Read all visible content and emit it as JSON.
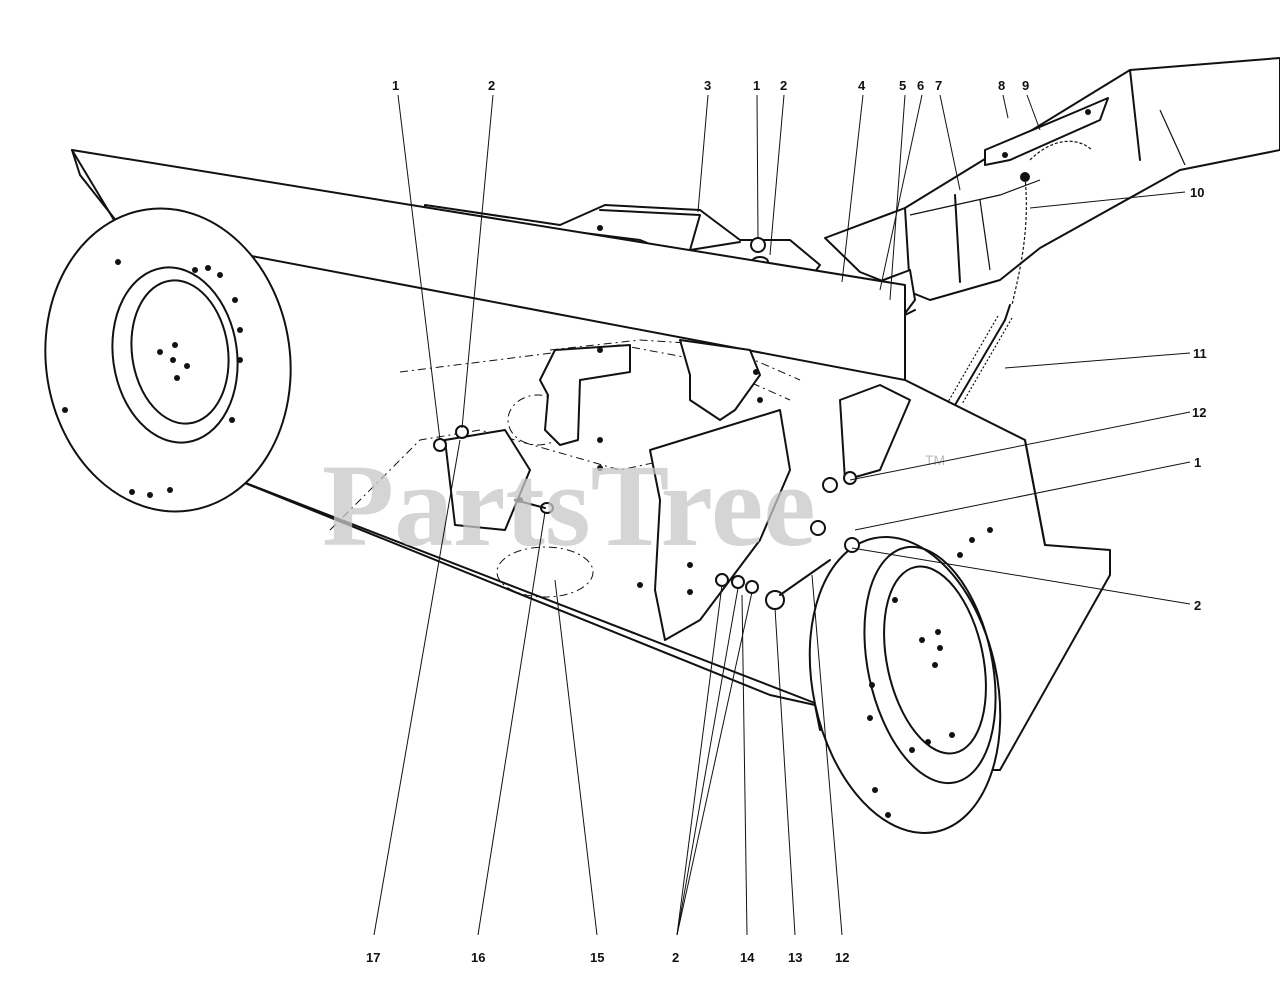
{
  "watermark": {
    "text": "PartsTree",
    "trademark": "TM"
  },
  "callouts": [
    {
      "id": "c-1-top-left",
      "label": "1"
    },
    {
      "id": "c-2-top-left",
      "label": "2"
    },
    {
      "id": "c-3-top",
      "label": "3"
    },
    {
      "id": "c-1-top-center",
      "label": "1"
    },
    {
      "id": "c-2-top-center",
      "label": "2"
    },
    {
      "id": "c-4-top",
      "label": "4"
    },
    {
      "id": "c-5-top",
      "label": "5"
    },
    {
      "id": "c-6-top",
      "label": "6"
    },
    {
      "id": "c-7-top",
      "label": "7"
    },
    {
      "id": "c-8-top",
      "label": "8"
    },
    {
      "id": "c-9-top",
      "label": "9"
    },
    {
      "id": "c-10-right",
      "label": "10"
    },
    {
      "id": "c-11-right",
      "label": "11"
    },
    {
      "id": "c-12-right",
      "label": "12"
    },
    {
      "id": "c-1-right",
      "label": "1"
    },
    {
      "id": "c-2-right",
      "label": "2"
    },
    {
      "id": "c-17-bottom",
      "label": "17"
    },
    {
      "id": "c-16-bottom",
      "label": "16"
    },
    {
      "id": "c-15-bottom",
      "label": "15"
    },
    {
      "id": "c-2-bottom",
      "label": "2"
    },
    {
      "id": "c-14-bottom",
      "label": "14"
    },
    {
      "id": "c-13-bottom",
      "label": "13"
    },
    {
      "id": "c-12-bottom",
      "label": "12"
    }
  ]
}
